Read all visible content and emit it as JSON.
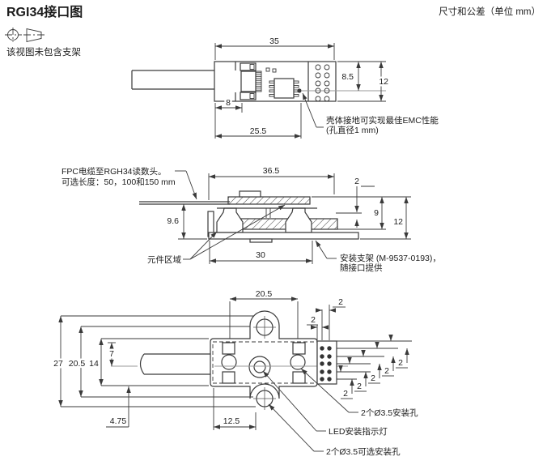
{
  "page": {
    "title": "RGI34接口图",
    "view_note": "该视图未包含支架",
    "units_note": "尺寸和公差（单位 mm）"
  },
  "top_view": {
    "dims": {
      "width": "35",
      "connector_offset": "8",
      "body_length": "25.5",
      "ground_row": "8.5",
      "height": "12"
    },
    "emc_callout_line1": "壳体接地可实现最佳EMC性能",
    "emc_callout_line2": "(孔直径1 mm)"
  },
  "side_view": {
    "fpc_callout_line1": "FPC电缆至RGH34读数头。",
    "fpc_callout_line2": "可选长度：50，100和150 mm",
    "dims": {
      "length": "36.5",
      "bracket_thickness": "2",
      "depth": "9",
      "height": "12",
      "cable_height": "9.6",
      "component_width": "30"
    },
    "component_area_label": "元件区域",
    "bracket_callout_line1": "安装支架 (M-9537-0193)，",
    "bracket_callout_line2": "随接口提供"
  },
  "bottom_view": {
    "dims": {
      "hole_spacing_h": "20.5",
      "overall_height": "27",
      "hole_spacing_v": "20.5",
      "body_height": "14",
      "center_offset": "7",
      "edge_offset": "4.75",
      "led_offset": "12.5",
      "pad_pitch": "2"
    },
    "mounting_holes_callout": "2个Ø3.5安装孔",
    "led_callout": "LED安装指示灯",
    "optional_holes_callout": "2个Ø3.5可选安装孔"
  }
}
